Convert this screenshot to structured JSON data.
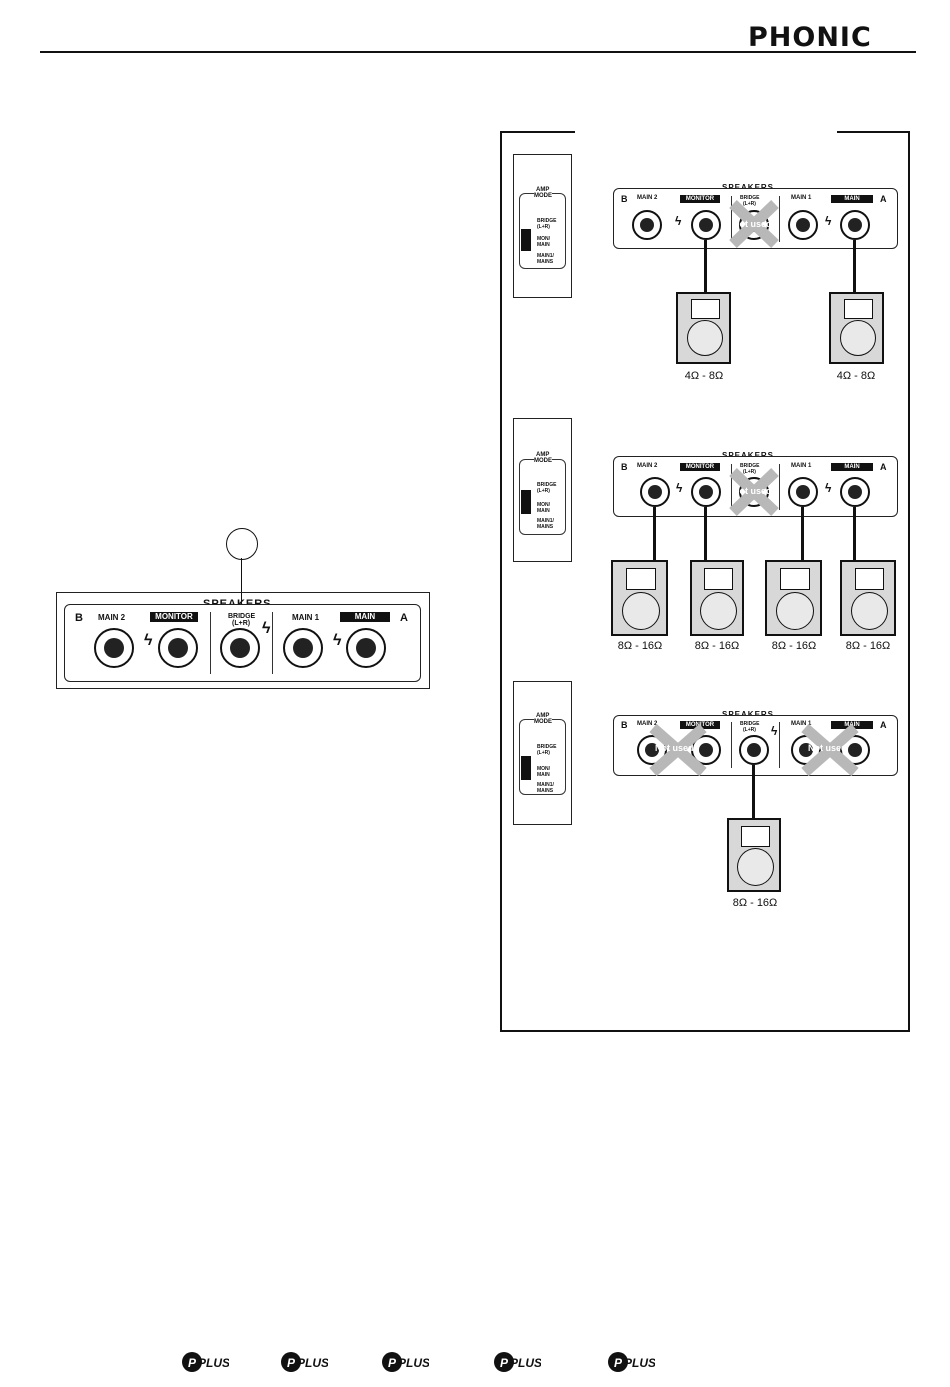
{
  "header": {
    "brand": "PHONIC"
  },
  "panel": {
    "title": "SPEAKERS",
    "side_b": "B",
    "side_a": "A",
    "main2": "MAIN 2",
    "monitor": "MONITOR",
    "bridge": "BRIDGE",
    "bridge_sub": "(L+R)",
    "main1": "MAIN 1",
    "main": "MAIN"
  },
  "amp_mode": {
    "title": "AMP",
    "title2": "MODE",
    "opt_bridge": "BRIDGE",
    "opt_bridge_sub": "(L+R)",
    "opt_mon": "MON/",
    "opt_mon_sub": "MAIN",
    "opt_main": "MAIN1/",
    "opt_main_sub": "MAINS"
  },
  "not_used": "Not used",
  "impedance": {
    "low": "4Ω - 8Ω",
    "high": "8Ω - 16Ω"
  },
  "footer": {
    "badge": "PLUS"
  }
}
